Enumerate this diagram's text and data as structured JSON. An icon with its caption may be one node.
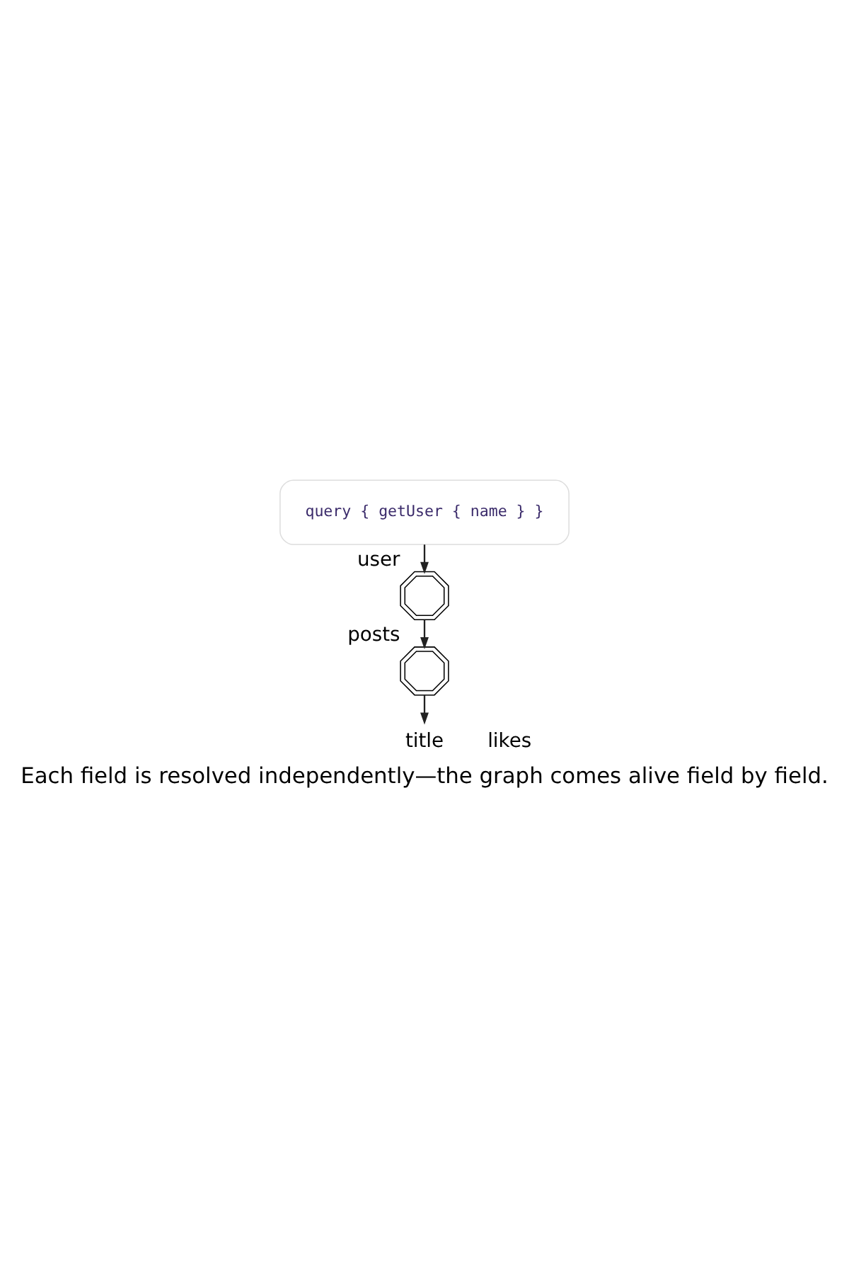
{
  "diagram": {
    "caption": "Each field is resolved independently—the graph comes alive field by field.",
    "nodes": [
      {
        "text": [
          "query { getUser { name } }"
        ]
      },
      {
        "text": [],
        "shape": "picture",
        "beside": [
          "user"
        ]
      },
      {
        "text": [],
        "shape": "picture",
        "beside": [
          "posts"
        ]
      },
      {
        "text": [
          "title"
        ]
      }
    ],
    "edges": [
      {
        "from": 0,
        "to": 1,
        "arrow": "to"
      },
      {
        "from": 1,
        "to": 2,
        "arrow": "to"
      },
      {
        "from": 2,
        "to": 3,
        "arrow": "to"
      }
    ],
    "labels": [
      "likes"
    ]
  }
}
